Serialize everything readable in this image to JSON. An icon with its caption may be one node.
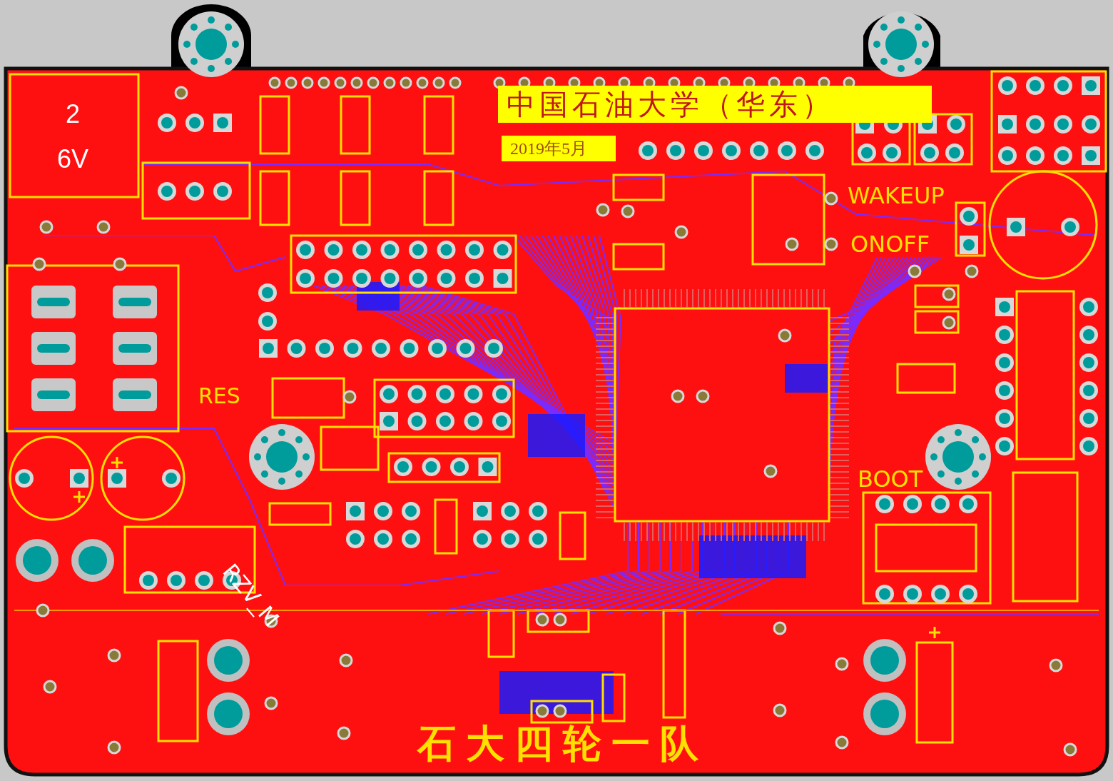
{
  "diagram": {
    "labels": [
      "2",
      "6V",
      "中国石油大学（华东）",
      "2019年5月",
      "WAKEUP",
      "ONOFF",
      "RES",
      "BOOT",
      "RZV_M",
      "石大四轮一队"
    ]
  }
}
